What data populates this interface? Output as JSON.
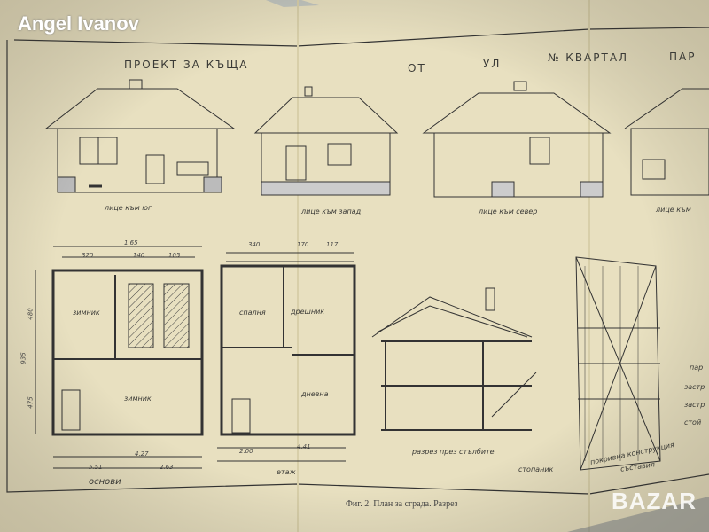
{
  "watermark": "Angel Ivanov",
  "site_logo": "BAZAR",
  "header": {
    "project": "ПРОЕКТ ЗА КЪЩА",
    "from": "ОТ",
    "street": "УЛ",
    "number_quarter": "№ КВАРТАЛ",
    "parcel": "ПАР"
  },
  "facades": [
    {
      "label": "лице към юг"
    },
    {
      "label": "лице към запад"
    },
    {
      "label": "лице към север"
    },
    {
      "label": "лице към"
    }
  ],
  "plans": {
    "basement": {
      "label": "основи",
      "rooms": [
        "зимник",
        "зимник"
      ]
    },
    "floor": {
      "label": "етаж",
      "rooms": [
        "спалня",
        "дрешник",
        "дневна"
      ]
    },
    "section": {
      "label": "разрез през стълбите"
    },
    "owner": "стопаник",
    "roof": {
      "label": "покривна конструкция"
    },
    "author": "съставил"
  },
  "side_labels": [
    "пар",
    "застр",
    "застр",
    "стой"
  ],
  "dimensions": {
    "basement_top_total": "1.65",
    "basement_top": [
      "320",
      "140",
      "105"
    ],
    "basement_bottom": [
      "5.51",
      "2.63",
      "4.27"
    ],
    "floor_top": [
      "340",
      "170",
      "117"
    ],
    "floor_bottom": [
      "2.00",
      "4.41"
    ],
    "basement_side": [
      "480",
      "935",
      "475"
    ]
  },
  "caption": "Фиг. 2. План за сграда. Разрез"
}
